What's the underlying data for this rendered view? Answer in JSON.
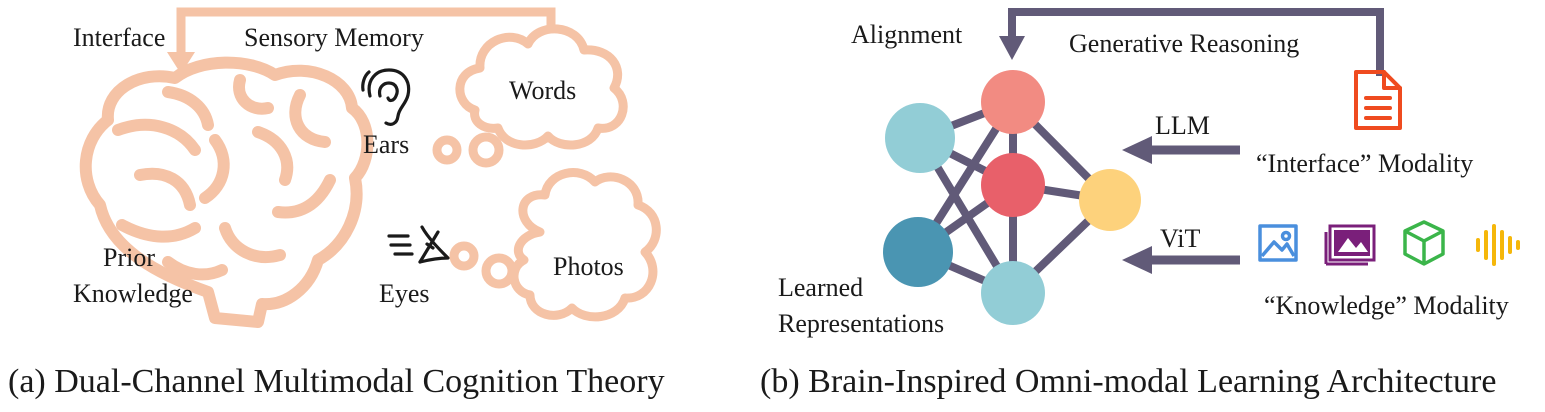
{
  "panel_a": {
    "labels": {
      "interface": "Interface",
      "sensory_memory": "Sensory Memory",
      "words": "Words",
      "ears": "Ears",
      "prior": "Prior",
      "knowledge": "Knowledge",
      "eyes": "Eyes",
      "photos": "Photos"
    },
    "caption": "(a) Dual-Channel Multimodal Cognition Theory",
    "color": "#f5c3a6"
  },
  "panel_b": {
    "labels": {
      "alignment": "Alignment",
      "generative_reasoning": "Generative Reasoning",
      "llm": "LLM",
      "interface_modality": "“Interface” Modality",
      "vit": "ViT",
      "knowledge_modality": "“Knowledge” Modality",
      "learned": "Learned",
      "representations": "Representations"
    },
    "caption": "(b) Brain-Inspired Omni-modal Learning Architecture",
    "colors": {
      "edge": "#615a78",
      "node_salmon": "#f28b82",
      "node_red": "#e8606a",
      "node_yellow": "#fdd27c",
      "node_light_teal": "#92cdd6",
      "node_dark_teal": "#4a95b2",
      "document_icon": "#ef4b1f"
    },
    "icons": [
      "document-icon",
      "image-icon",
      "video-icon",
      "3d-cube-icon",
      "audio-waveform-icon"
    ]
  }
}
